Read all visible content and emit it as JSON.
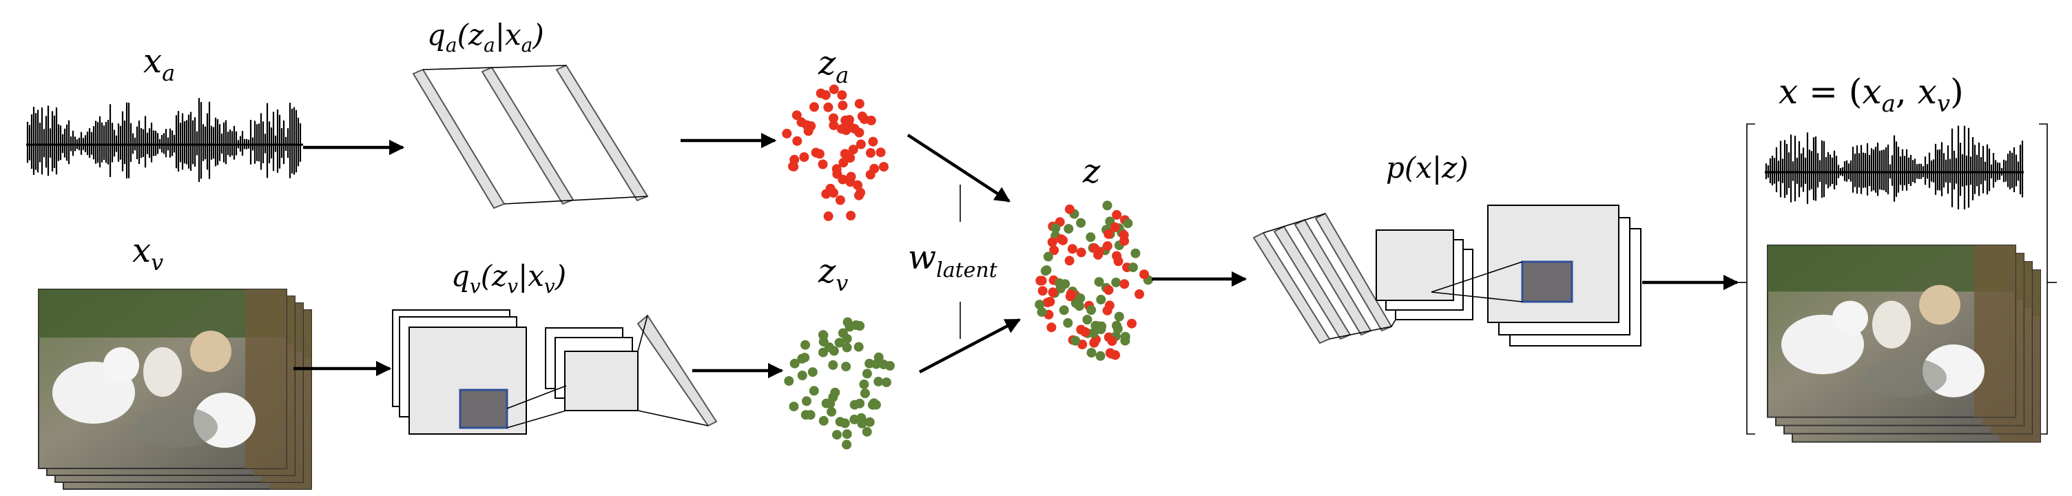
{
  "labels": {
    "x_a": {
      "base": "x",
      "sub": "a"
    },
    "x_v": {
      "base": "x",
      "sub": "v"
    },
    "q_a": {
      "base": "q",
      "sub": "a",
      "arg": "z",
      "argsub": "a",
      "given": "x",
      "givensub": "a"
    },
    "q_v": {
      "base": "q",
      "sub": "v",
      "arg": "z",
      "argsub": "v",
      "given": "x",
      "givensub": "v"
    },
    "z_a": {
      "base": "z",
      "sub": "a"
    },
    "z_v": {
      "base": "z",
      "sub": "v"
    },
    "z": {
      "base": "z"
    },
    "w_latent": {
      "base": "w",
      "sub": "latent"
    },
    "p_xz": {
      "text": "p(x|z)"
    },
    "output": {
      "lhs": "x",
      "eq": " = (",
      "a": "x",
      "asub": "a",
      "comma": ", ",
      "v": "x",
      "vsub": "v",
      "close": ")"
    }
  },
  "colors": {
    "audio_latent": "#e8321f",
    "visual_latent": "#5e8238",
    "kernel_fill": "#6f6b6f",
    "kernel_stroke": "#2f4f9a"
  },
  "icons": {
    "audio": "audio-waveform-icon",
    "image": "cat-image-stack-icon"
  }
}
